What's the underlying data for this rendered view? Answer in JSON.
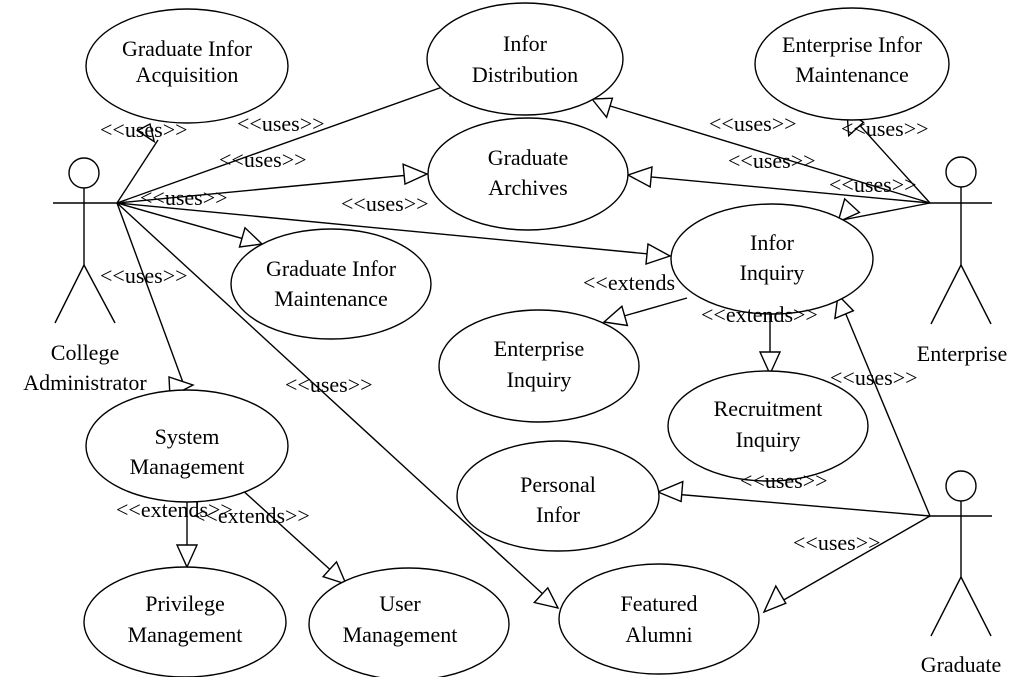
{
  "stereotypes": {
    "uses": "<<uses>>",
    "extends": "<<extends>>",
    "extends_partial": "<<extends"
  },
  "actors": {
    "college_admin": {
      "line1": "College",
      "line2": "Administrator"
    },
    "enterprise": {
      "line1": "Enterprise"
    },
    "graduate": {
      "line1": "Graduate"
    }
  },
  "use_cases": {
    "graduate_infor_acquisition": {
      "line1": "Graduate Infor",
      "line2": "Acquisition"
    },
    "infor_distribution": {
      "line1": "Infor",
      "line2": "Distribution"
    },
    "enterprise_infor_maintenance": {
      "line1": "Enterprise Infor",
      "line2": "Maintenance"
    },
    "graduate_archives": {
      "line1": "Graduate",
      "line2": "Archives"
    },
    "infor_inquiry": {
      "line1": "Infor",
      "line2": "Inquiry"
    },
    "graduate_infor_maintenance": {
      "line1": "Graduate Infor",
      "line2": "Maintenance"
    },
    "enterprise_inquiry": {
      "line1": "Enterprise",
      "line2": "Inquiry"
    },
    "recruitment_inquiry": {
      "line1": "Recruitment",
      "line2": "Inquiry"
    },
    "system_management": {
      "line1": "System",
      "line2": "Management"
    },
    "personal_infor": {
      "line1": "Personal",
      "line2": "Infor"
    },
    "privilege_management": {
      "line1": "Privilege",
      "line2": "Management"
    },
    "user_management": {
      "line1": "User",
      "line2": "Management"
    },
    "featured_alumni": {
      "line1": "Featured",
      "line2": "Alumni"
    }
  }
}
